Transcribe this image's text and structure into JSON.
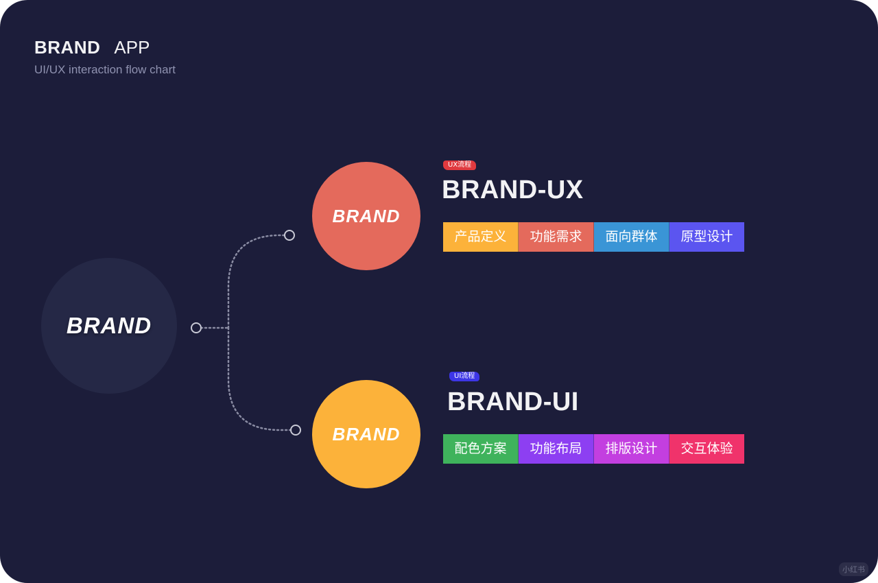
{
  "header": {
    "title_main": "BRAND",
    "title_secondary": "APP",
    "subtitle": "UI/UX interaction flow chart"
  },
  "nodes": {
    "root": {
      "logo": "BRAND"
    },
    "ux": {
      "logo": "BRAND",
      "tag": "UX流程",
      "title": "BRAND-UX",
      "circle_color": "#e46a5c",
      "tag_color": "#e03a3f",
      "items": [
        {
          "label": "产品定义",
          "color": "#fcb23a"
        },
        {
          "label": "功能需求",
          "color": "#e46a5c"
        },
        {
          "label": "面向群体",
          "color": "#3a95d6"
        },
        {
          "label": "原型设计",
          "color": "#5b55f0"
        }
      ]
    },
    "ui": {
      "logo": "BRAND",
      "tag": "UI流程",
      "title": "BRAND-UI",
      "circle_color": "#fcb23a",
      "tag_color": "#3d36e6",
      "items": [
        {
          "label": "配色方案",
          "color": "#3fb35c"
        },
        {
          "label": "功能布局",
          "color": "#8d3ff2"
        },
        {
          "label": "排版设计",
          "color": "#c33fe0"
        },
        {
          "label": "交互体验",
          "color": "#f0336b"
        }
      ]
    }
  },
  "colors": {
    "background": "#1c1d3a",
    "root_circle": "#252846",
    "connector": "#8a8ca3"
  },
  "watermark": "小红书"
}
